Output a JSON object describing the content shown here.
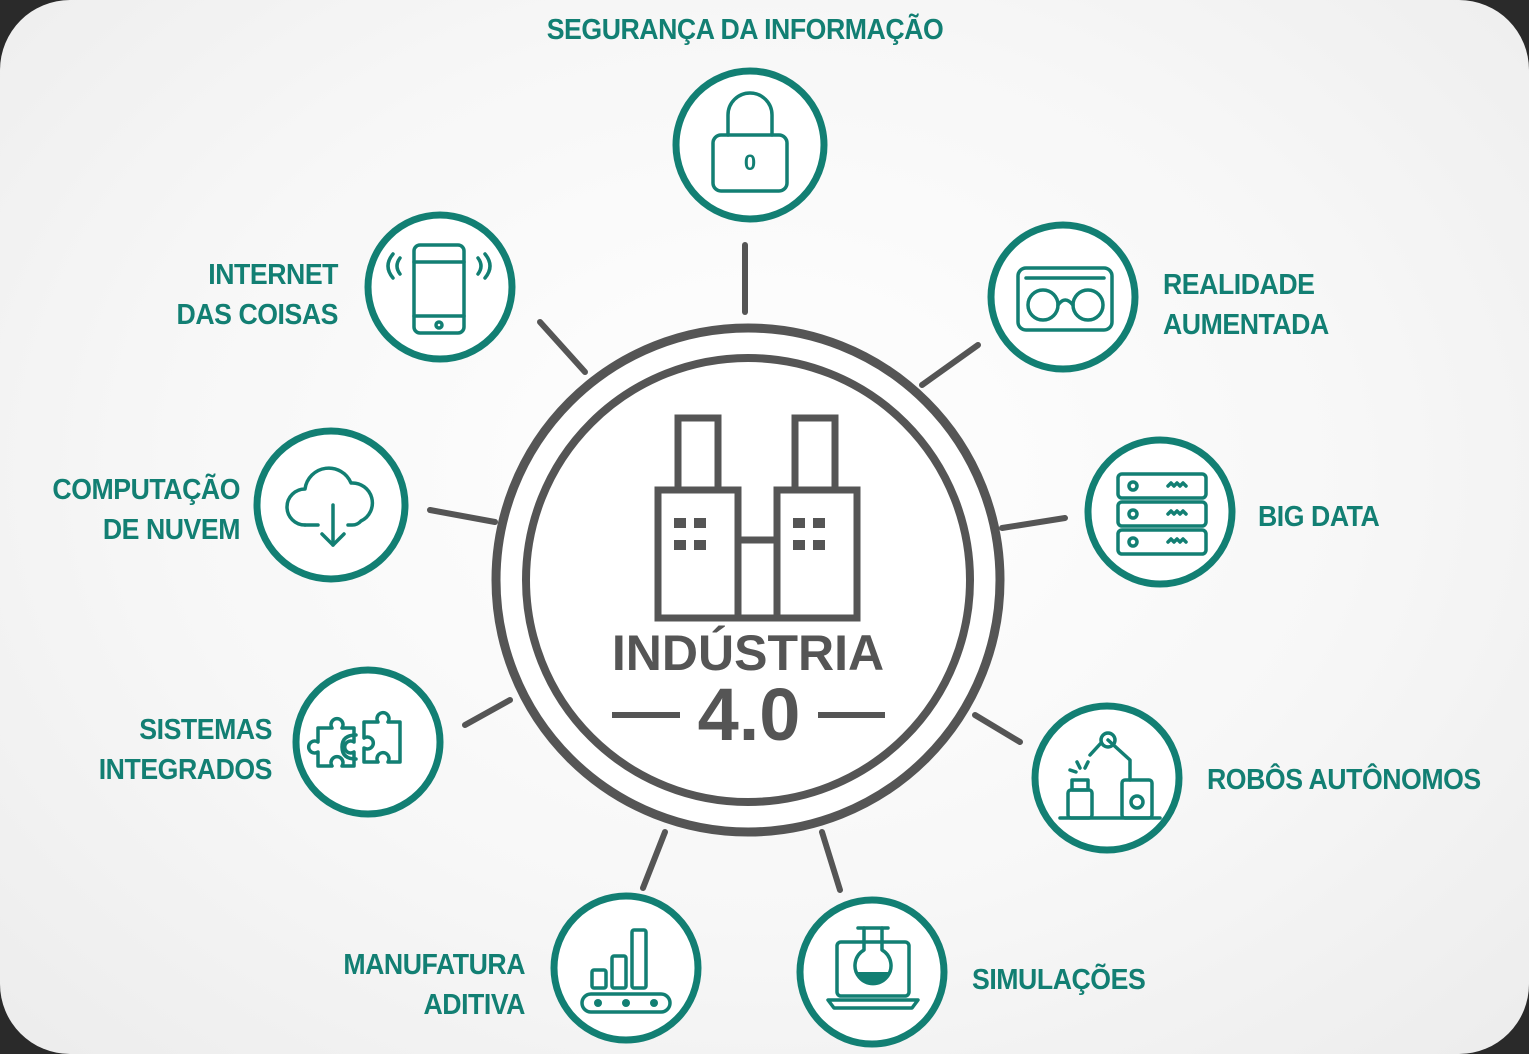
{
  "center": {
    "title": "INDÚSTRIA",
    "version": "4.0"
  },
  "nodes": {
    "seguranca": [
      "SEGURANÇA DA INFORMAÇÃO"
    ],
    "realidade": [
      "REALIDADE",
      "AUMENTADA"
    ],
    "bigdata": [
      "BIG DATA"
    ],
    "robos": [
      "ROBÔS AUTÔNOMOS"
    ],
    "simulacoes": [
      "SIMULAÇÕES"
    ],
    "manufatura": [
      "MANUFATURA",
      "ADITIVA"
    ],
    "sistemas": [
      "SISTEMAS",
      "INTEGRADOS"
    ],
    "computacao": [
      "COMPUTAÇÃO",
      "DE NUVEM"
    ],
    "internet": [
      "INTERNET",
      "DAS COISAS"
    ]
  },
  "colors": {
    "accent": "#127f73",
    "center": "#555555",
    "lock_digit": "0"
  },
  "icons": {
    "seguranca": "lock-icon",
    "realidade": "vr-headset-icon",
    "bigdata": "server-stack-icon",
    "robos": "robot-arm-icon",
    "simulacoes": "flask-laptop-icon",
    "manufatura": "conveyor-bars-icon",
    "sistemas": "puzzle-icon",
    "computacao": "cloud-download-icon",
    "internet": "smartphone-icon",
    "center": "factory-icon"
  }
}
